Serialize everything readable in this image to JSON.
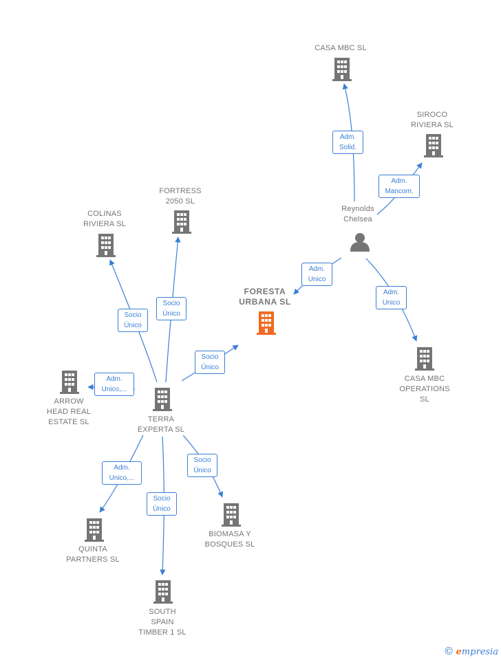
{
  "colors": {
    "building": "#757575",
    "highlight": "#f26a21",
    "edge": "#3a7fd5",
    "label": "#757575"
  },
  "nodes": {
    "casa_mbc": {
      "label": "CASA MBC  SL",
      "icon": "building-icon"
    },
    "siroco": {
      "label": "SIROCO\nRIVIERA  SL",
      "icon": "building-icon"
    },
    "reynolds": {
      "label": "Reynolds\nChelsea",
      "icon": "person-icon"
    },
    "foresta": {
      "label": "FORESTA\nURBANA  SL",
      "icon": "building-icon"
    },
    "casa_mbc_ops": {
      "label": "CASA MBC\nOPERATIONS\nSL",
      "icon": "building-icon"
    },
    "fortress": {
      "label": "FORTRESS\n2050  SL",
      "icon": "building-icon"
    },
    "colinas": {
      "label": "COLINAS\nRIVIERA  SL",
      "icon": "building-icon"
    },
    "arrow_head": {
      "label": "ARROW\nHEAD REAL\nESTATE  SL",
      "icon": "building-icon"
    },
    "terra": {
      "label": "TERRA\nEXPERTA  SL",
      "icon": "building-icon"
    },
    "quinta": {
      "label": "QUINTA\nPARTNERS  SL",
      "icon": "building-icon"
    },
    "south_spain": {
      "label": "SOUTH\nSPAIN\nTIMBER 1  SL",
      "icon": "building-icon"
    },
    "biomasa": {
      "label": "BIOMASA Y\nBOSQUES SL",
      "icon": "building-icon"
    }
  },
  "edges": {
    "reynolds_casa_mbc": "Adm.\nSolid.",
    "reynolds_siroco": "Adm.\nMancom.",
    "reynolds_foresta": "Adm.\nUnico",
    "reynolds_casa_ops": "Adm.\nUnico",
    "terra_foresta": "Socio\nÚnico",
    "terra_fortress": "Socio\nÚnico",
    "terra_colinas": "Socio\nÚnico",
    "terra_arrow": "Adm.\nUnico,...",
    "terra_quinta": "Adm.\nUnico,...",
    "terra_south": "Socio\nÚnico",
    "terra_biomasa": "Socio\nÚnico"
  },
  "footer": {
    "copyright_symbol": "©",
    "brand_initial": "e",
    "brand_rest": "mpresia"
  }
}
